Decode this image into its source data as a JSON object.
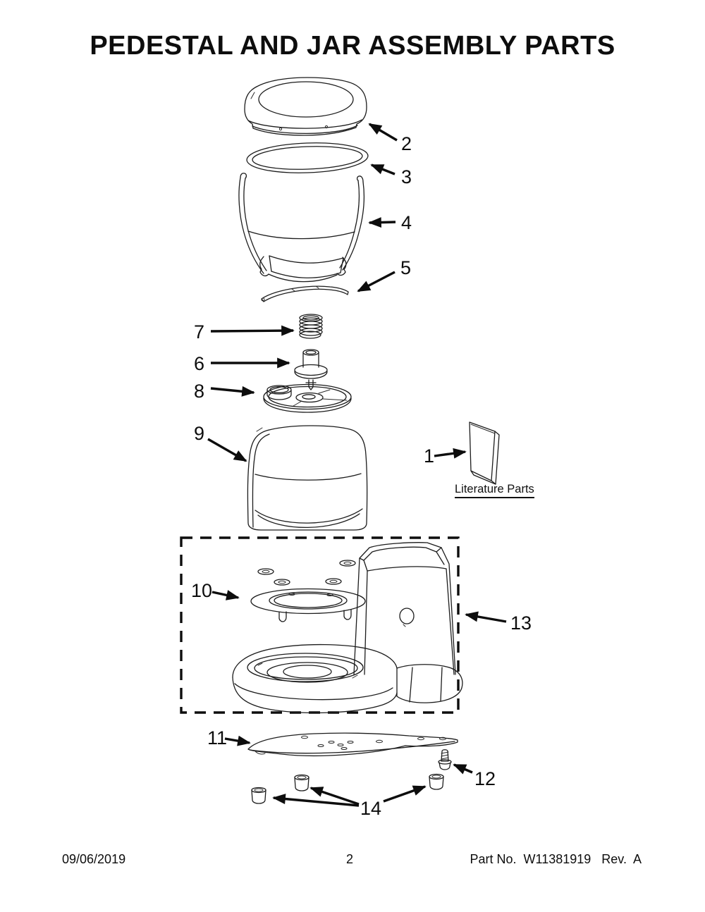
{
  "title": "PEDESTAL AND JAR ASSEMBLY PARTS",
  "literature_label": "Literature Parts",
  "callouts": {
    "1": "1",
    "2": "2",
    "3": "3",
    "4": "4",
    "5": "5",
    "6": "6",
    "7": "7",
    "8": "8",
    "9": "9",
    "10": "10",
    "11": "11",
    "12": "12",
    "13": "13",
    "14": "14"
  },
  "footer": {
    "date": "09/06/2019",
    "page": "2",
    "part_info": "Part No.  W11381919   Rev.  A"
  }
}
